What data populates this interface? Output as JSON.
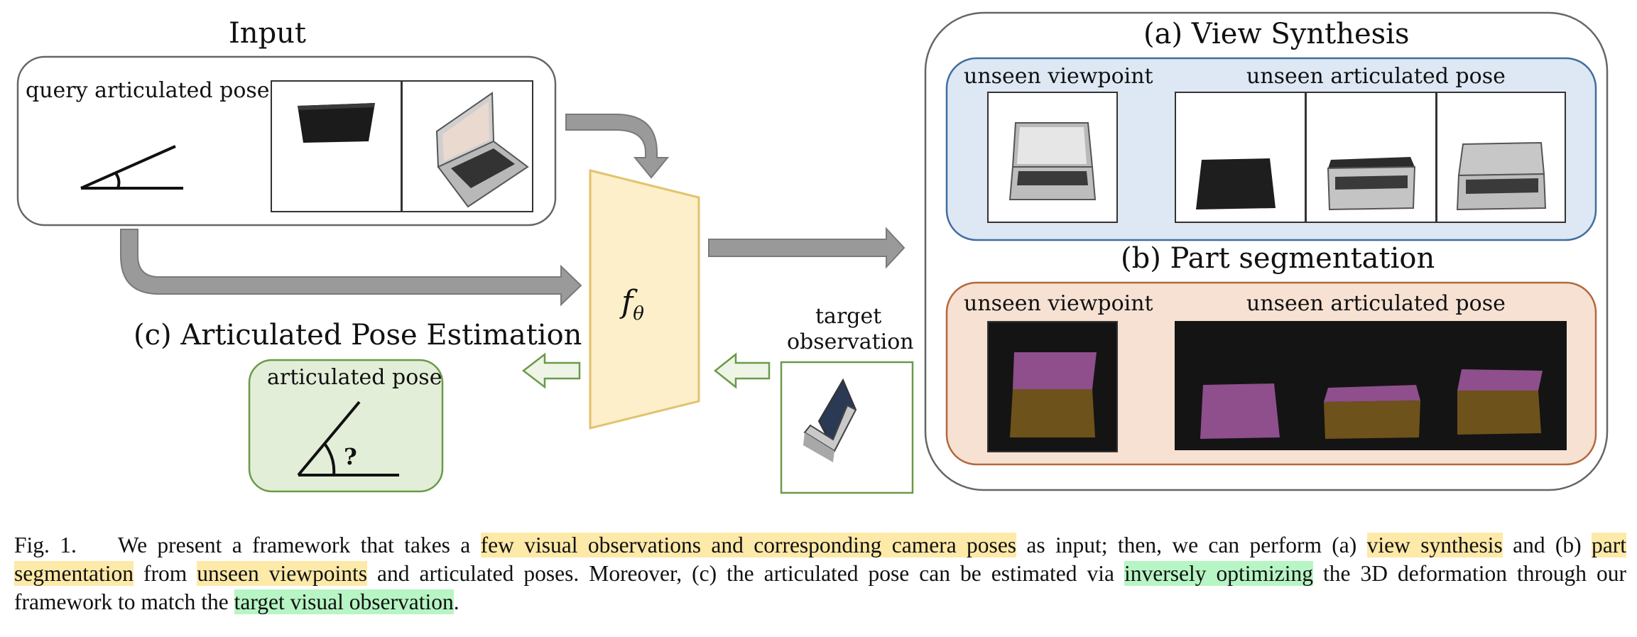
{
  "input": {
    "title": "Input",
    "query_label": "query articulated pose"
  },
  "model": {
    "symbol": "f",
    "subscript": "θ"
  },
  "target": {
    "label_line1": "target",
    "label_line2": "observation"
  },
  "estimation": {
    "title": "(c) Articulated Pose Estimation",
    "box_label": "articulated pose",
    "unknown_mark": "?"
  },
  "view_synthesis": {
    "title": "(a) View Synthesis",
    "viewpoint_label": "unseen viewpoint",
    "pose_label": "unseen articulated pose"
  },
  "part_segmentation": {
    "title": "(b) Part segmentation",
    "viewpoint_label": "unseen viewpoint",
    "pose_label": "unseen articulated pose"
  },
  "caption": {
    "figure_number": "Fig. 1.",
    "segments": [
      {
        "text": "We present a framework that takes a ",
        "hl": ""
      },
      {
        "text": "few visual observations and corresponding camera poses",
        "hl": "yellow"
      },
      {
        "text": " as input; then, we can perform (a) ",
        "hl": ""
      },
      {
        "text": "view synthesis",
        "hl": "yellow"
      },
      {
        "text": " and (b) ",
        "hl": ""
      },
      {
        "text": "part segmentation",
        "hl": "yellow"
      },
      {
        "text": " from ",
        "hl": ""
      },
      {
        "text": "unseen viewpoints",
        "hl": "yellow"
      },
      {
        "text": " and articulated poses. Moreover, (c) the articulated pose can be estimated via ",
        "hl": ""
      },
      {
        "text": "inversely optimizing",
        "hl": "green"
      },
      {
        "text": " the 3D deformation through our framework to match the ",
        "hl": ""
      },
      {
        "text": "target visual observation",
        "hl": "green"
      },
      {
        "text": ".",
        "hl": ""
      }
    ]
  },
  "colors": {
    "highlight_yellow": "#fde9a8",
    "highlight_green": "#b7f5c4",
    "model_fill": "#fcefc9",
    "model_stroke": "#e2c36d",
    "estimation_fill": "#e3eed8",
    "estimation_stroke": "#6a9a4a",
    "synthesis_fill": "#dde8f4",
    "synthesis_stroke": "#3f6e9e",
    "segmentation_fill": "#f6e1d3",
    "segmentation_stroke": "#b4683c",
    "arrow_gray": "#9a9a9a",
    "part_lid": "#8e4f8c",
    "part_base": "#6e521b"
  }
}
